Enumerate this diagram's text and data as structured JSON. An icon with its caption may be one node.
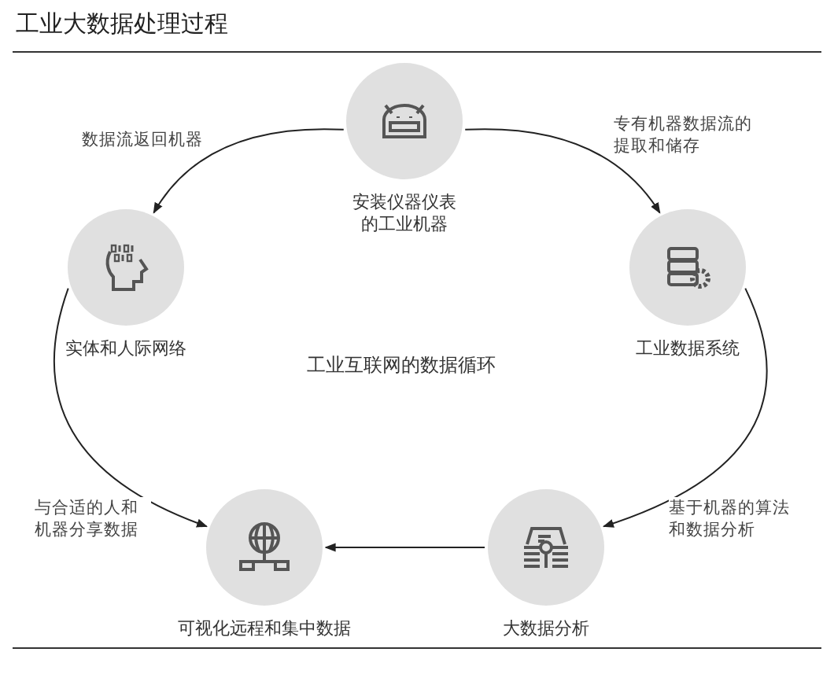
{
  "diagram": {
    "title": "工业大数据处理过程",
    "nodes": [
      {
        "text": [
          "安装仪器仪表的工业机器"
        ]
      },
      {
        "text": [
          "实体和人际网络"
        ]
      },
      {
        "text": [
          "工业数据系统"
        ]
      },
      {
        "text": [
          "大数据分析"
        ]
      },
      {
        "text": [
          "可视化远程和集中数据"
        ]
      }
    ],
    "edges": [
      {
        "from": 0,
        "to": 1,
        "arrow": "to",
        "label": "数据流返回机器"
      },
      {
        "from": 0,
        "to": 2,
        "arrow": "to",
        "label": "专有机器数据流的提取和储存"
      },
      {
        "from": 2,
        "to": 3,
        "arrow": "to",
        "label": "基于机器的算法和数据分析"
      },
      {
        "from": 3,
        "to": 4,
        "arrow": "to"
      },
      {
        "from": 1,
        "to": 4,
        "arrow": "to",
        "label": "与合适的人和机器分享数据"
      }
    ],
    "labels": [
      "工业互联网的数据循环"
    ]
  }
}
